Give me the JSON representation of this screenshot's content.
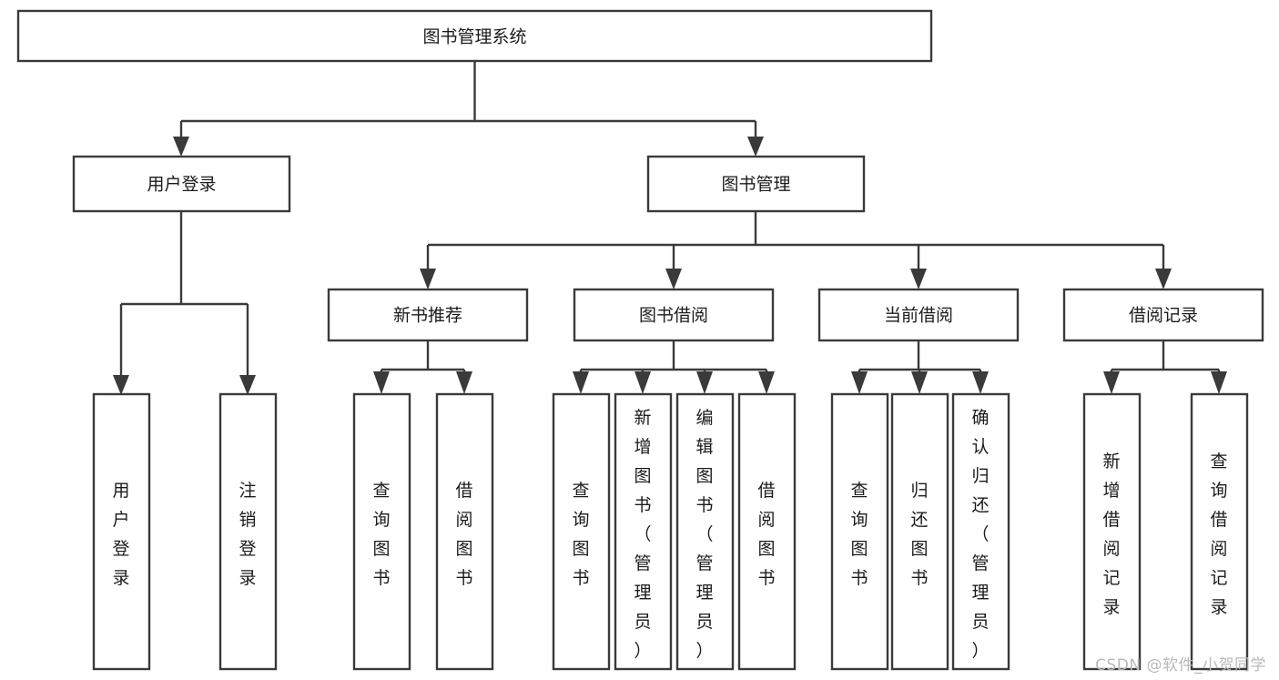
{
  "diagram": {
    "title": "图书管理系统",
    "type": "tree-hierarchy-chart",
    "root": {
      "id": "root",
      "label": "图书管理系统"
    },
    "level1": [
      {
        "id": "user-login",
        "label": "用户登录"
      },
      {
        "id": "book-manage",
        "label": "图书管理"
      }
    ],
    "level2": [
      {
        "id": "new-book-rec",
        "label": "新书推荐",
        "parent": "book-manage"
      },
      {
        "id": "book-borrow",
        "label": "图书借阅",
        "parent": "book-manage"
      },
      {
        "id": "current-borrow",
        "label": "当前借阅",
        "parent": "book-manage"
      },
      {
        "id": "borrow-record",
        "label": "借阅记录",
        "parent": "book-manage"
      }
    ],
    "leaves": {
      "user-login": [
        {
          "id": "leaf-user-login",
          "label": "用户登录"
        },
        {
          "id": "leaf-logout",
          "label": "注销登录"
        }
      ],
      "new-book-rec": [
        {
          "id": "leaf-query-book-1",
          "label": "查询图书"
        },
        {
          "id": "leaf-borrow-book-1",
          "label": "借阅图书"
        }
      ],
      "book-borrow": [
        {
          "id": "leaf-query-book-2",
          "label": "查询图书"
        },
        {
          "id": "leaf-add-book",
          "label": "新增图书（管理员）"
        },
        {
          "id": "leaf-edit-book",
          "label": "编辑图书（管理员）"
        },
        {
          "id": "leaf-borrow-book-2",
          "label": "借阅图书"
        }
      ],
      "current-borrow": [
        {
          "id": "leaf-query-book-3",
          "label": "查询图书"
        },
        {
          "id": "leaf-return-book",
          "label": "归还图书"
        },
        {
          "id": "leaf-confirm-return",
          "label": "确认归还（管理员）"
        }
      ],
      "borrow-record": [
        {
          "id": "leaf-add-record",
          "label": "新增借阅记录"
        },
        {
          "id": "leaf-query-record",
          "label": "查询借阅记录"
        }
      ]
    }
  },
  "watermark": {
    "text": "CSDN @软件_小贺同学"
  },
  "colors": {
    "box_stroke": "#3a3a3a",
    "box_fill": "#ffffff",
    "text": "#1b1b1b",
    "connector": "#3a3a3a",
    "watermark": "#b9b9b9",
    "background": "#ffffff"
  }
}
